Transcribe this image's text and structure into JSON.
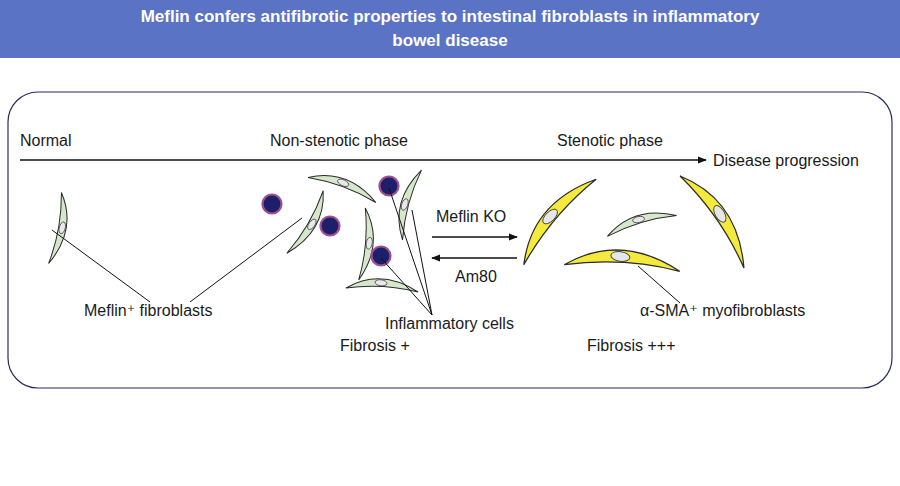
{
  "diagram": {
    "title": "Meflin confers antifibrotic properties to intestinal fibroblasts in inflammatory bowel disease",
    "labels": [
      "Normal",
      "Non-stenotic phase",
      "Stenotic phase",
      "Disease progression",
      "Meflin KO",
      "Am80",
      "Meflin⁺ fibroblasts",
      "Inflammatory cells",
      "Fibrosis +",
      "α-SMA⁺ myofibroblasts",
      "Fibrosis +++"
    ]
  }
}
